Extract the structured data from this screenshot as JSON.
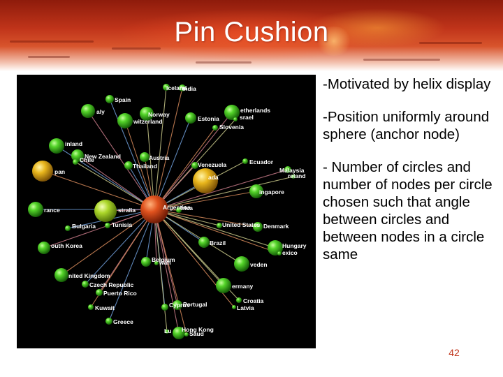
{
  "slide": {
    "title": "Pin Cushion",
    "page_number": "42",
    "bullets": [
      "-Motivated by helix display",
      "-Position uniformly around sphere (anchor node)",
      "- Number of circles and number of nodes per circle chosen such that angle between circles and between nodes in a circle same"
    ]
  },
  "visualization": {
    "labels": [
      "Iceland",
      "India",
      "Spain",
      "aly",
      "Norway",
      "witzerland",
      "Estonia",
      "etherlands",
      "srael",
      "Slovenia",
      "inland",
      "New Zealand",
      "Chile",
      "Austria",
      "Thailand",
      "Venezuela",
      "Ecuador",
      "pan",
      "ada",
      "Malaysia",
      "reland",
      "ingapore",
      "rance",
      "stralia",
      "Argentina",
      "frica",
      "Bulgaria",
      "Tunisia",
      "United States",
      "Denmark",
      "Brazil",
      "outh Korea",
      "Hungary",
      "exico",
      "Belgium",
      "wan",
      "veden",
      "nited Kingdom",
      "Czech Republic",
      "Puerto Rico",
      "ermany",
      "Kuwait",
      "Cyprus",
      "Portugal",
      "Croatia",
      "Latvia",
      "Greece",
      "Hong Kong",
      "Lu",
      "Saud"
    ],
    "colors": {
      "background": "#000000",
      "node_green": "#3fc21e",
      "anchor_red": "#d5471c",
      "node_yellow": "#e6b21a",
      "node_yellow_green": "#a9d32a",
      "spoke_colors": [
        "#c9c98a",
        "#d68a5a",
        "#6d9bd6",
        "#c97b8a"
      ]
    }
  }
}
